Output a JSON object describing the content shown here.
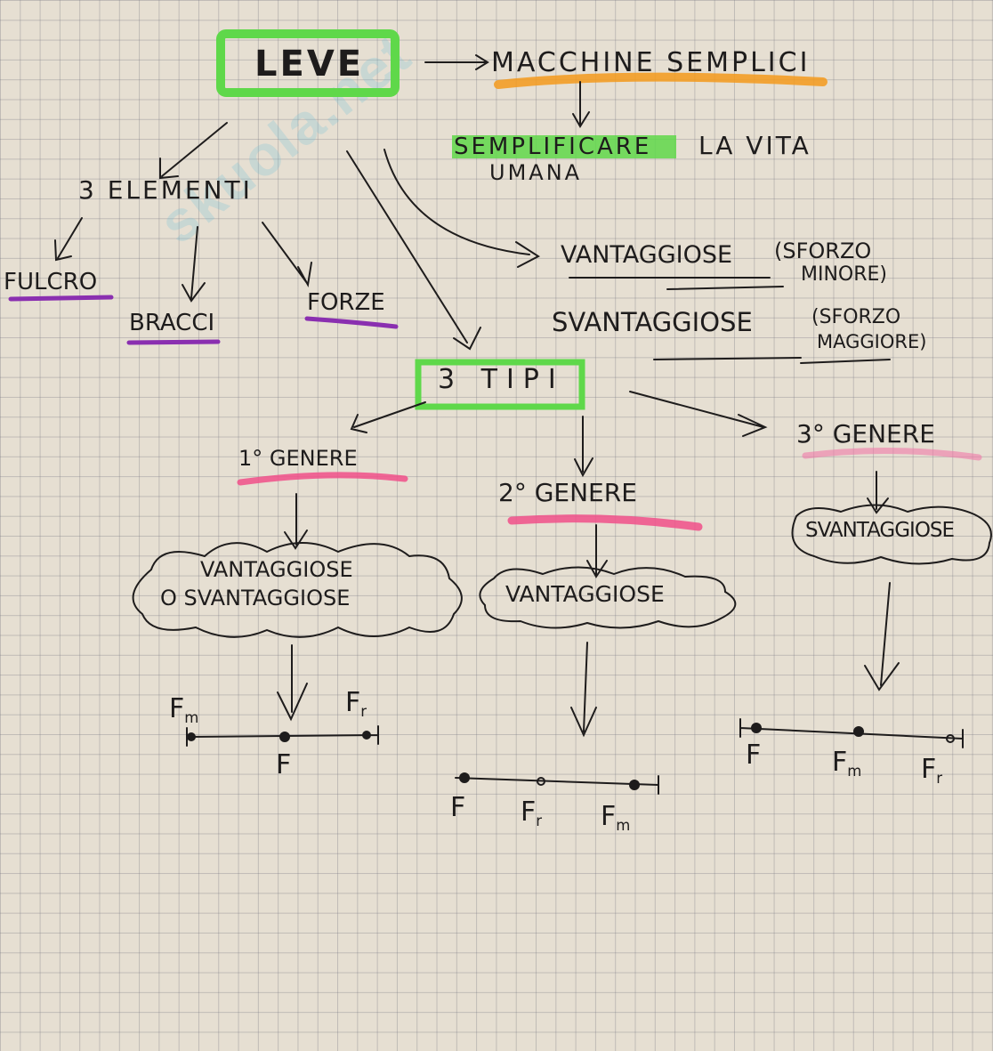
{
  "watermark": "skuola.net",
  "colors": {
    "green": "#5fd84a",
    "orange": "#f39a1c",
    "purple": "#8a2fb0",
    "pink": "#f0508a",
    "ink": "#1e1c1c"
  },
  "root": {
    "label": "LEVE"
  },
  "definition": {
    "category": "MACCHINE SEMPLICI",
    "purpose_highlight": "SEMPLIFICARE",
    "purpose_rest": "LA VITA",
    "purpose_line2": "UMANA"
  },
  "elements": {
    "title": "3 ELEMENTI",
    "items": [
      "FULCRO",
      "BRACCI",
      "FORZE"
    ]
  },
  "advantage": {
    "vantaggiose": {
      "label": "VANTAGGIOSE",
      "note_line1": "(SFORZO",
      "note_line2": "MINORE)"
    },
    "svantaggiose": {
      "label": "SVANTAGGIOSE",
      "note_line1": "(SFORZO",
      "note_line2": "MAGGIORE)"
    }
  },
  "types": {
    "title": "3 TIPI",
    "items": [
      {
        "label": "1° GENERE",
        "cloud_line1": "VANTAGGIOSE",
        "cloud_line2": "O SVANTAGGIOSE",
        "lever": [
          "F",
          "m",
          "F",
          "F",
          "r"
        ]
      },
      {
        "label": "2° GENERE",
        "cloud_line1": "VANTAGGIOSE",
        "lever": [
          "F",
          "F",
          "r",
          "F",
          "m"
        ]
      },
      {
        "label": "3° GENERE",
        "cloud_line1": "SVANTAGGIOSE",
        "lever": [
          "F",
          "F",
          "m",
          "F",
          "r"
        ]
      }
    ]
  }
}
